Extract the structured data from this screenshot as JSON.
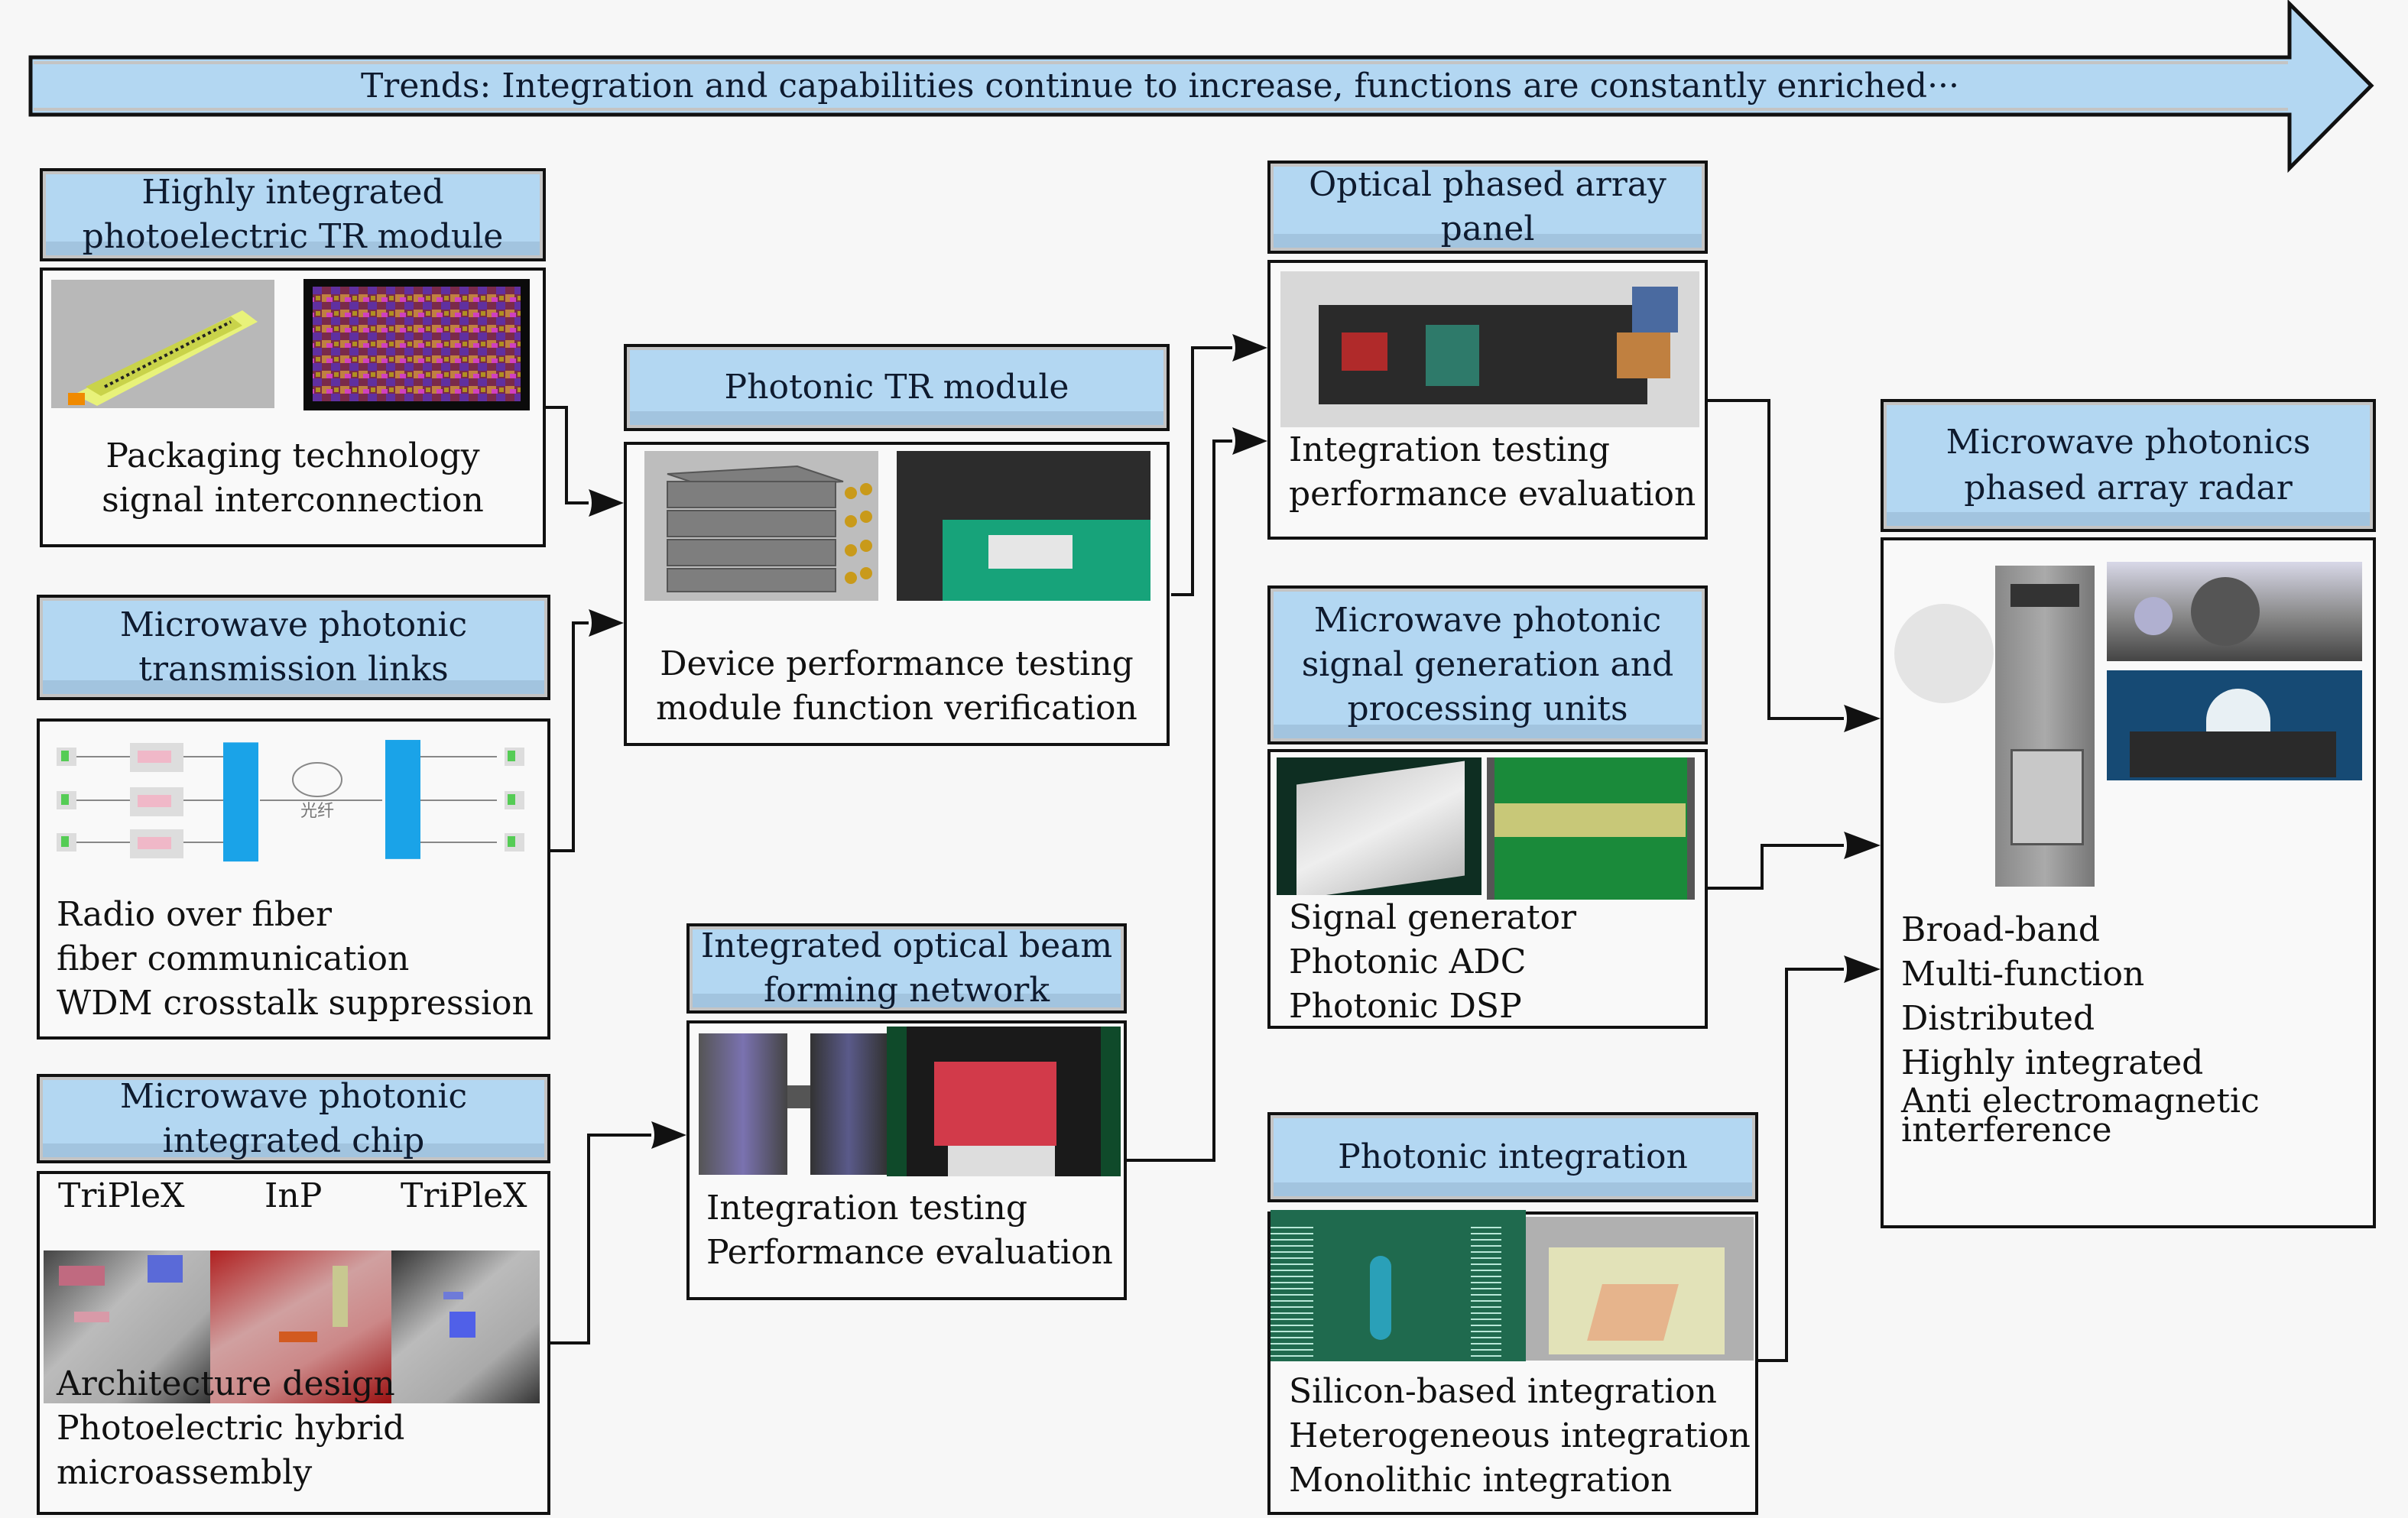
{
  "trend": {
    "text": "Trends: Integration and capabilities continue to increase, functions are constantly enriched···"
  },
  "colors": {
    "header_fill": "#b3d7f2",
    "header_shade": "#a2c4df",
    "border": "#111111",
    "background": "#f7f7f7"
  },
  "boxes": {
    "tr_module_hi": {
      "title": [
        "Highly integrated",
        "photoelectric TR module"
      ],
      "images": [
        "tr-module-package-image",
        "chip-layout-image"
      ],
      "lines": [
        "Packaging technology",
        "signal interconnection"
      ]
    },
    "transmission_links": {
      "title": [
        "Microwave photonic",
        "transmission links"
      ],
      "diagram_fiber_label": "光纤",
      "lines": [
        "Radio over fiber",
        "fiber communication",
        "WDM crosstalk suppression"
      ]
    },
    "integrated_chip": {
      "title": [
        "Microwave photonic",
        "integrated chip"
      ],
      "chip_labels": [
        "TriPleX",
        "InP",
        "TriPleX"
      ],
      "lines": [
        "Architecture design",
        "Photoelectric hybrid",
        "microassembly"
      ]
    },
    "photonic_tr": {
      "title": [
        "Photonic TR module"
      ],
      "lines": [
        "Device performance testing",
        "module function verification"
      ]
    },
    "beam_forming": {
      "title": [
        "Integrated optical beam",
        "forming network"
      ],
      "lines": [
        "Integration testing",
        "Performance evaluation"
      ]
    },
    "opa_panel": {
      "title": [
        "Optical phased array",
        "panel"
      ],
      "lines": [
        "Integration testing",
        "performance evaluation"
      ]
    },
    "signal_units": {
      "title": [
        "Microwave photonic",
        "signal generation and",
        "processing units"
      ],
      "lines": [
        "Signal generator",
        "Photonic ADC",
        "Photonic DSP"
      ]
    },
    "photonic_integration": {
      "title": [
        "Photonic integration"
      ],
      "lines": [
        "Silicon-based integration",
        "Heterogeneous integration",
        "Monolithic integration"
      ]
    },
    "radar": {
      "title": [
        "Microwave photonics",
        "phased array radar"
      ],
      "lines": [
        "Broad-band",
        "Multi-function",
        "Distributed",
        "Highly integrated",
        "Anti electromagnetic",
        "interference"
      ]
    }
  }
}
